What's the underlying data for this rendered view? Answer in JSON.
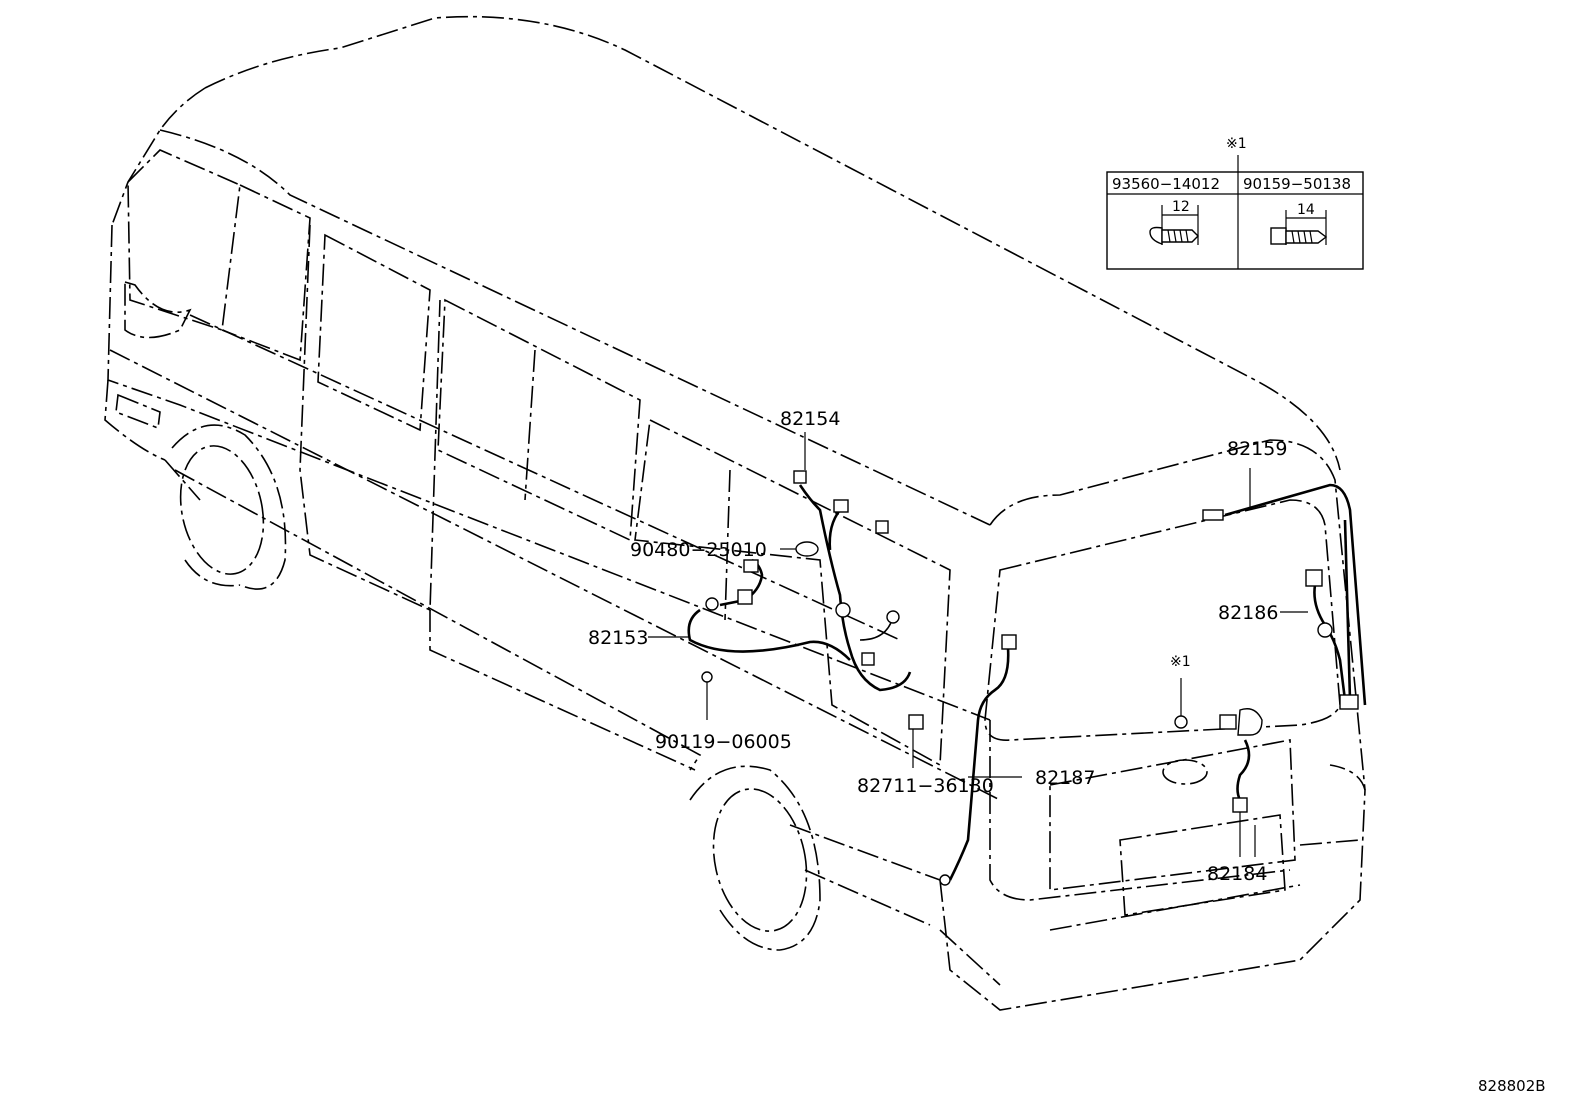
{
  "diagram": {
    "callouts": [
      {
        "id": "82154",
        "text": "82154"
      },
      {
        "id": "82159",
        "text": "82159"
      },
      {
        "id": "90480-25010",
        "text": "90480−25010"
      },
      {
        "id": "82186",
        "text": "82186"
      },
      {
        "id": "82153",
        "text": "82153"
      },
      {
        "id": "90119-06005",
        "text": "90119−06005"
      },
      {
        "id": "82711-36130",
        "text": "82711−36130"
      },
      {
        "id": "82187",
        "text": "82187"
      },
      {
        "id": "82184",
        "text": "82184"
      },
      {
        "id": "note-1",
        "text": "※1"
      }
    ],
    "fastener_table": {
      "mark": "※1",
      "columns": [
        {
          "part_no": "93560−14012",
          "dimension": "12"
        },
        {
          "part_no": "90159−50138",
          "dimension": "14"
        }
      ]
    },
    "figure_code": "828802B"
  }
}
